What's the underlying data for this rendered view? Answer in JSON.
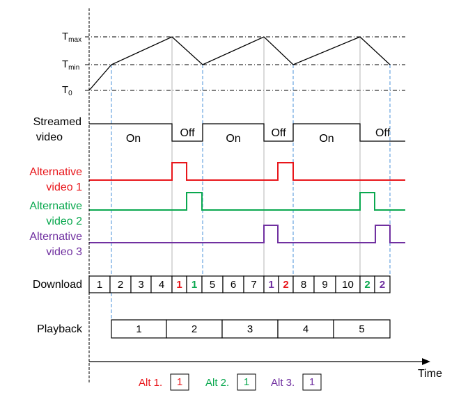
{
  "colors": {
    "alt1": "#e8161b",
    "alt2": "#0aa84f",
    "alt3": "#7030a0",
    "streamed": "#000000",
    "guide": "#4a90d9",
    "grid": "#000000"
  },
  "levels": {
    "tmax": {
      "label": "T",
      "sub": "max"
    },
    "tmin": {
      "label": "T",
      "sub": "min"
    },
    "t0": {
      "label": "T",
      "sub": "0"
    }
  },
  "streamed": {
    "label_line1": "Streamed",
    "label_line2": "video",
    "segments": [
      {
        "state": "on",
        "label": "On"
      },
      {
        "state": "off",
        "label": "Off"
      },
      {
        "state": "on",
        "label": "On"
      },
      {
        "state": "off",
        "label": "Off"
      },
      {
        "state": "on",
        "label": "On"
      },
      {
        "state": "off",
        "label": "Off"
      }
    ]
  },
  "alternatives": [
    {
      "key": "alt1",
      "line1": "Alternative",
      "line2": "video 1"
    },
    {
      "key": "alt2",
      "line1": "Alternative",
      "line2": "video 2"
    },
    {
      "key": "alt3",
      "line1": "Alternative",
      "line2": "video 3"
    }
  ],
  "download": {
    "label": "Download",
    "cells": [
      {
        "text": "1",
        "color": "streamed"
      },
      {
        "text": "2",
        "color": "streamed"
      },
      {
        "text": "3",
        "color": "streamed"
      },
      {
        "text": "4",
        "color": "streamed"
      },
      {
        "text": "1",
        "color": "alt1"
      },
      {
        "text": "1",
        "color": "alt2"
      },
      {
        "text": "5",
        "color": "streamed"
      },
      {
        "text": "6",
        "color": "streamed"
      },
      {
        "text": "7",
        "color": "streamed"
      },
      {
        "text": "1",
        "color": "alt3"
      },
      {
        "text": "2",
        "color": "alt1"
      },
      {
        "text": "8",
        "color": "streamed"
      },
      {
        "text": "9",
        "color": "streamed"
      },
      {
        "text": "10",
        "color": "streamed"
      },
      {
        "text": "2",
        "color": "alt2"
      },
      {
        "text": "2",
        "color": "alt3"
      }
    ]
  },
  "playback": {
    "label": "Playback",
    "cells": [
      "1",
      "2",
      "3",
      "4",
      "5"
    ]
  },
  "axis": {
    "label": "Time"
  },
  "legend": [
    {
      "key": "alt1",
      "label": "Alt 1.",
      "box": "1"
    },
    {
      "key": "alt2",
      "label": "Alt 2.",
      "box": "1"
    },
    {
      "key": "alt3",
      "label": "Alt 3.",
      "box": "1"
    }
  ]
}
